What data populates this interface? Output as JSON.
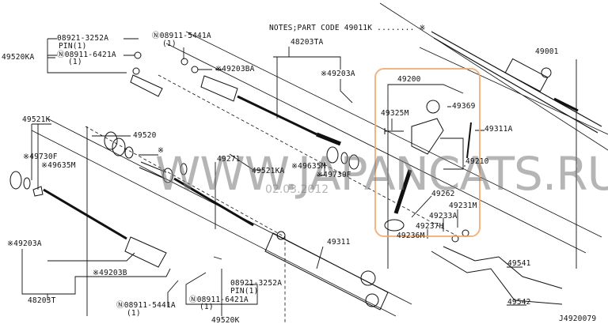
{
  "notes": "NOTES;PART CODE 49011K ........ ※",
  "labels": {
    "l48203TA": "48203TA",
    "tl_pin_part": "08921-3252A",
    "tl_pin_qty": "PIN(1)",
    "tl_nut_part": "Ⓝ08911-6421A",
    "tl_nut_qty": "(1)",
    "l49520KA": "49520KA",
    "tl_n5441": "Ⓝ08911-5441A",
    "tl_n5441_qty": "(1)",
    "l49203BA": "※49203BA",
    "l49203A_top": "※49203A",
    "l49001": "49001",
    "l49200": "49200",
    "l49369": "49369",
    "l49325M": "49325M",
    "l49311A": "49311A",
    "l49210": "49210",
    "l49262": "49262",
    "l49231M": "49231M",
    "l49233A": "49233A",
    "l49237H": "49237H",
    "l49236M": "49236M",
    "l49521K": "49521K",
    "l49730F_left": "※49730F",
    "l49635M_left": "※49635M",
    "l49520": "49520",
    "star_small": "※",
    "l49271": "49271",
    "l49521KA": "49521KA",
    "l49635M_right": "※49635M",
    "l49730F_right": "※49730F",
    "l49203A_bottom": "※49203A",
    "l49203B": "※49203B",
    "l48203T": "48203T",
    "l49311": "49311",
    "bl_pin_part": "08921-3252A",
    "bl_pin_qty": "PIN(1)",
    "bl_nut_part": "Ⓝ08911-6421A",
    "bl_nut_qty": "(1)",
    "bl_n5441": "Ⓝ08911-5441A",
    "bl_n5441_qty": "(1)",
    "l49520K": "49520K",
    "l49541": "49541",
    "l49542": "49542"
  },
  "watermark": "WWW.JAPANCATS.RU",
  "watermark_date": "02.03.2012",
  "diagram_code": "J4920079",
  "highlight_color": "#f0a76a"
}
